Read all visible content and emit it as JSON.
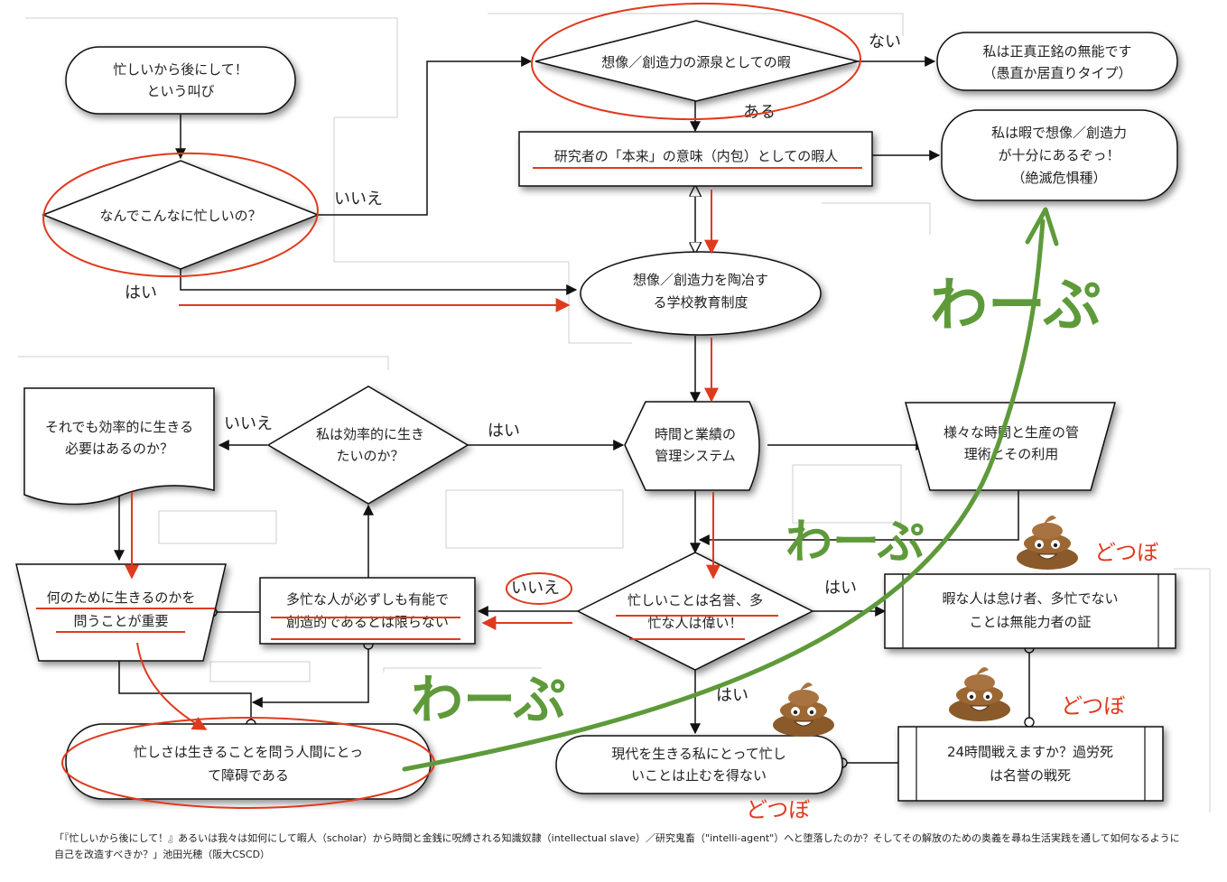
{
  "nodes": {
    "busy_cry": [
      "忙しいから後にして！",
      "という叫び"
    ],
    "why_busy": [
      "なんでこんなに忙しいの？"
    ],
    "leisure_source": [
      "想像／創造力の源泉としての暇"
    ],
    "incompetent": [
      "私は正真正銘の無能です",
      "（愚直か居直りタイプ）"
    ],
    "researcher": [
      "研究者の「本来」の意味（内包）としての暇人"
    ],
    "endangered": [
      "私は暇で想像／創造力",
      "が十分にあるぞっ！",
      "（絶滅危惧種）"
    ],
    "school": [
      "想像／創造力を陶冶す",
      "る学校教育制度"
    ],
    "need_efficient": [
      "それでも効率的に生きる",
      "必要はあるのか？"
    ],
    "want_efficient": [
      "私は効率的に生き",
      "たいのか？"
    ],
    "time_system": [
      "時間と業績の",
      "管理システム"
    ],
    "various_tech": [
      "様々な時間と生産の管",
      "理術とその利用"
    ],
    "purpose": [
      "何のために生きるのかを",
      "問うことが重要"
    ],
    "not_capable": [
      "多忙な人が必ずしも有能で",
      "創造的であるとは限らない"
    ],
    "busy_honor": [
      "忙しいことは名誉、多",
      "忙な人は偉い！"
    ],
    "idle_lazy": [
      "暇な人は怠け者、多忙でない",
      "ことは無能力者の証"
    ],
    "obstacle": [
      "忙しさは生きることを問う人間にとっ",
      "て障碍である"
    ],
    "modern": [
      "現代を生きる私にとって忙し",
      "いことは止むを得ない"
    ],
    "work24": [
      "24時間戦えますか？過労死",
      "は名誉の戦死"
    ]
  },
  "labels": {
    "nai": "ない",
    "aru": "ある",
    "iie_1": "いいえ",
    "hai_1": "はい",
    "iie_2": "いいえ",
    "hai_2": "はい",
    "iie_3": "いいえ",
    "hai_3": "はい",
    "hai_4": "はい"
  },
  "annotations": {
    "warp": "わーぷ",
    "dotsubo": "どつぼ"
  },
  "caption": "「『忙しいから後にして！』あるいは我々は如何にして暇人（scholar）から時間と金銭に呪縛される知識奴隷（intellectual slave）／研究鬼畜（\"intelli-agent\"）へと堕落したのか？そしてその解放のための奥義を尋ね生活実践を通して如何なるように自己を改造すべきか？」池田光穂（阪大CSCD）",
  "colors": {
    "annotation_red": "#e03a1e",
    "annotation_green": "#5e9a3a",
    "line": "#111111"
  }
}
